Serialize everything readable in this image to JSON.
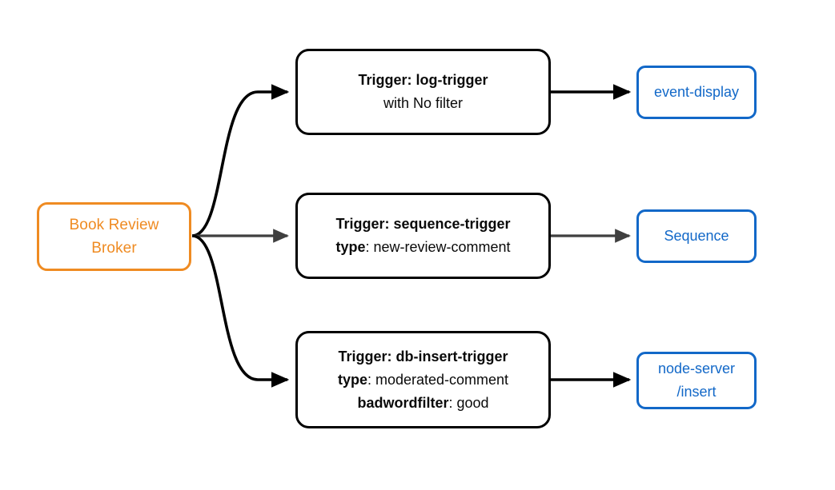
{
  "diagram": {
    "title": "Book Review Broker trigger routing",
    "colors": {
      "broker_orange": "#ef8b22",
      "target_blue": "#1268c8",
      "edge_black": "#000000",
      "edge_gray": "#3f3f3f",
      "node_fill": "#ffffff",
      "background": "#ffffff"
    }
  },
  "broker": {
    "line1": "Book Review",
    "line2": "Broker"
  },
  "triggers": [
    {
      "name_label": "Trigger:",
      "name_value": "log-trigger",
      "line2_key": "with No filter",
      "line2_value": ""
    },
    {
      "name_label": "Trigger:",
      "name_value": "sequence-trigger",
      "line2_key": "type",
      "line2_value": ": new-review-comment"
    },
    {
      "name_label": "Trigger:",
      "name_value": "db-insert-trigger",
      "line2_key": "type",
      "line2_value": ": moderated-comment",
      "line3_key": "badwordfilter",
      "line3_value": ": good"
    }
  ],
  "targets": [
    {
      "line1": "event-display",
      "line2": ""
    },
    {
      "line1": "Sequence",
      "line2": ""
    },
    {
      "line1": "node-server",
      "line2": "/insert"
    }
  ]
}
